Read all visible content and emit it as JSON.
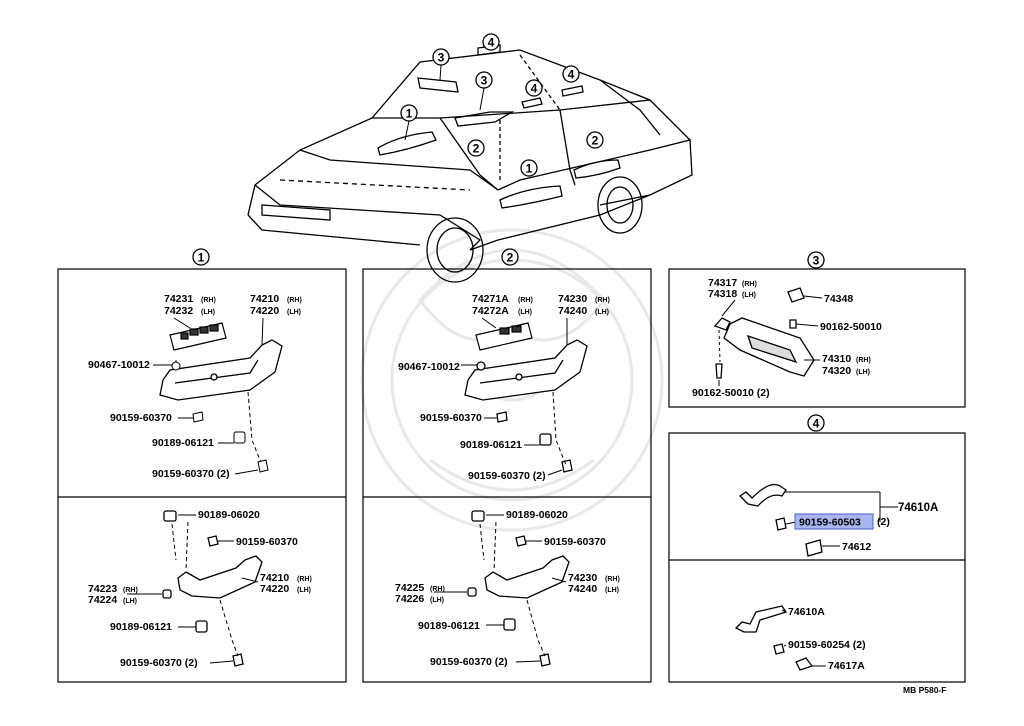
{
  "callouts": {
    "c1": "1",
    "c2": "2",
    "c3": "3",
    "c4": "4"
  },
  "labels": {
    "p1_74231": "74231",
    "p1_74231_rh": "(RH)",
    "p1_74232": "74232",
    "p1_74232_lh": "(LH)",
    "p1_74210": "74210",
    "p1_74210_rh": "(RH)",
    "p1_74220": "74220",
    "p1_74220_lh": "(LH)",
    "p1_90467": "90467-10012",
    "p1_90159a": "90159-60370",
    "p1_90189": "90189-06121",
    "p1_90159b": "90159-60370 (2)",
    "p1b_90189": "90189-06020",
    "p1b_90159": "90159-60370",
    "p1b_74223": "74223",
    "p1b_74223_rh": "(RH)",
    "p1b_74224": "74224",
    "p1b_74224_lh": "(LH)",
    "p1b_74210": "74210",
    "p1b_74210_rh": "(RH)",
    "p1b_74220": "74220",
    "p1b_74220_lh": "(LH)",
    "p1b_90189b": "90189-06121",
    "p1b_90159b": "90159-60370 (2)",
    "p2_74271": "74271A",
    "p2_74271_rh": "(RH)",
    "p2_74272": "74272A",
    "p2_74272_lh": "(LH)",
    "p2_74230": "74230",
    "p2_74230_rh": "(RH)",
    "p2_74240": "74240",
    "p2_74240_lh": "(LH)",
    "p2_90467": "90467-10012",
    "p2_90159a": "90159-60370",
    "p2_90189": "90189-06121",
    "p2_90159b": "90159-60370 (2)",
    "p2b_90189": "90189-06020",
    "p2b_90159": "90159-60370",
    "p2b_74225": "74225",
    "p2b_74225_rh": "(RH)",
    "p2b_74226": "74226",
    "p2b_74226_lh": "(LH)",
    "p2b_74230": "74230",
    "p2b_74230_rh": "(RH)",
    "p2b_74240": "74240",
    "p2b_74240_lh": "(LH)",
    "p2b_90189b": "90189-06121",
    "p2b_90159b": "90159-60370 (2)",
    "p3_74317": "74317",
    "p3_74317_rh": "(RH)",
    "p3_74318": "74318",
    "p3_74318_lh": "(LH)",
    "p3_74348": "74348",
    "p3_90162a": "90162-50010",
    "p3_74310": "74310",
    "p3_74310_rh": "(RH)",
    "p3_74320": "74320",
    "p3_74320_lh": "(LH)",
    "p3_90162b": "90162-50010 (2)",
    "p4_74610A": "74610A",
    "p4_90159": "90159-60503",
    "p4_90159_qty": "(2)",
    "p4_74612": "74612",
    "p4b_74610A": "74610A",
    "p4b_90159": "90159-60254 (2)",
    "p4b_74617A": "74617A"
  },
  "footer": {
    "sheet_code": "MB P580-F"
  },
  "colors": {
    "highlight": "#a9b6ef",
    "highlight_border": "#4a5bd1",
    "ink": "#000000"
  }
}
